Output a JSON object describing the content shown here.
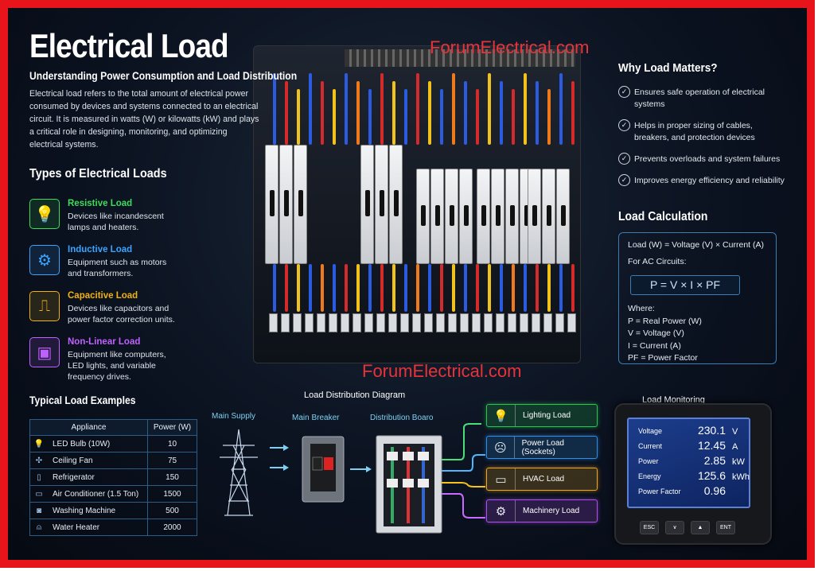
{
  "watermark": "ForumElectrical.com",
  "header": {
    "title": "Electrical Load",
    "subtitle": "Understanding Power Consumption and Load Distribution",
    "intro": "Electrical load refers to the total amount of electrical power consumed by devices and systems connected to an electrical circuit. It is measured in watts (W) or kilowatts (kW) and plays a critical role in designing, monitoring, and optimizing electrical systems."
  },
  "types": {
    "title": "Types of Electrical Loads",
    "items": [
      {
        "name": "Resistive Load",
        "desc": "Devices like incandescent lamps and heaters.",
        "icon": "lightbulb-icon",
        "color": "#3fdc5a"
      },
      {
        "name": "Inductive Load",
        "desc": "Equipment such as motors and transformers.",
        "icon": "motor-icon",
        "color": "#3aa4ff"
      },
      {
        "name": "Capacitive Load",
        "desc": "Devices like capacitors and power factor correction units.",
        "icon": "waveform-icon",
        "color": "#f2b310"
      },
      {
        "name": "Non-Linear Load",
        "desc": "Equipment like computers, LED lights, and variable frequency drives.",
        "icon": "chip-icon",
        "color": "#c061ff"
      }
    ]
  },
  "examples": {
    "title": "Typical Load Examples",
    "headers": [
      "Appliance",
      "Power (W)"
    ],
    "rows": [
      {
        "icon": "lightbulb-icon",
        "glyph": "💡",
        "name": "LED Bulb (10W)",
        "power": "10"
      },
      {
        "icon": "fan-icon",
        "glyph": "✣",
        "name": "Ceiling Fan",
        "power": "75"
      },
      {
        "icon": "refrigerator-icon",
        "glyph": "▯",
        "name": "Refrigerator",
        "power": "150"
      },
      {
        "icon": "air-conditioner-icon",
        "glyph": "▭",
        "name": "Air Conditioner (1.5 Ton)",
        "power": "1500"
      },
      {
        "icon": "washing-machine-icon",
        "glyph": "◙",
        "name": "Washing Machine",
        "power": "500"
      },
      {
        "icon": "water-heater-icon",
        "glyph": "⍝",
        "name": "Water Heater",
        "power": "2000"
      }
    ]
  },
  "why": {
    "title": "Why Load Matters?",
    "items": [
      "Ensures safe operation of electrical systems",
      "Helps in proper sizing of cables, breakers, and protection devices",
      "Prevents overloads and system failures",
      "Improves energy efficiency and reliability"
    ]
  },
  "calc": {
    "title": "Load Calculation",
    "line1": "Load (W) = Voltage (V) × Current (A)",
    "line2": "For AC Circuits:",
    "formula": "P = V × I × PF",
    "where": "Where:",
    "defs": [
      "P = Real Power (W)",
      "V = Voltage (V)",
      "I  = Current (A)",
      "PF = Power Factor"
    ]
  },
  "diagram": {
    "title": "Load Distribution Diagram",
    "supply": "Main Supply",
    "breaker": "Main Breaker",
    "board": "Distribution Boaro",
    "loads": [
      {
        "label": "Lighting Load",
        "icon": "lightbulb-icon",
        "glyph": "💡",
        "color": "#28c850"
      },
      {
        "label": "Power Load (Sockets)",
        "icon": "socket-icon",
        "glyph": "☹",
        "color": "#2f8fe8"
      },
      {
        "label": "HVAC Load",
        "icon": "air-conditioner-icon",
        "glyph": "▭",
        "color": "#f0a818"
      },
      {
        "label": "Machinery Load",
        "icon": "motor-icon",
        "glyph": "⚙",
        "color": "#b150f0"
      }
    ]
  },
  "monitor": {
    "title": "Load Monitoring",
    "readings": [
      {
        "label": "Voltage",
        "value": "230.1",
        "unit": "V"
      },
      {
        "label": "Current",
        "value": "12.45",
        "unit": "A"
      },
      {
        "label": "Power",
        "value": "2.85",
        "unit": "kW"
      },
      {
        "label": "Energy",
        "value": "125.6",
        "unit": "kWh"
      },
      {
        "label": "Power Factor",
        "value": "0.96",
        "unit": ""
      }
    ],
    "buttons": [
      "ESC",
      "∨",
      "▲",
      "ENT"
    ]
  },
  "colors": {
    "frame": "#e8141b",
    "accent": "#3b7cb3",
    "watermark": "#e8333a"
  }
}
